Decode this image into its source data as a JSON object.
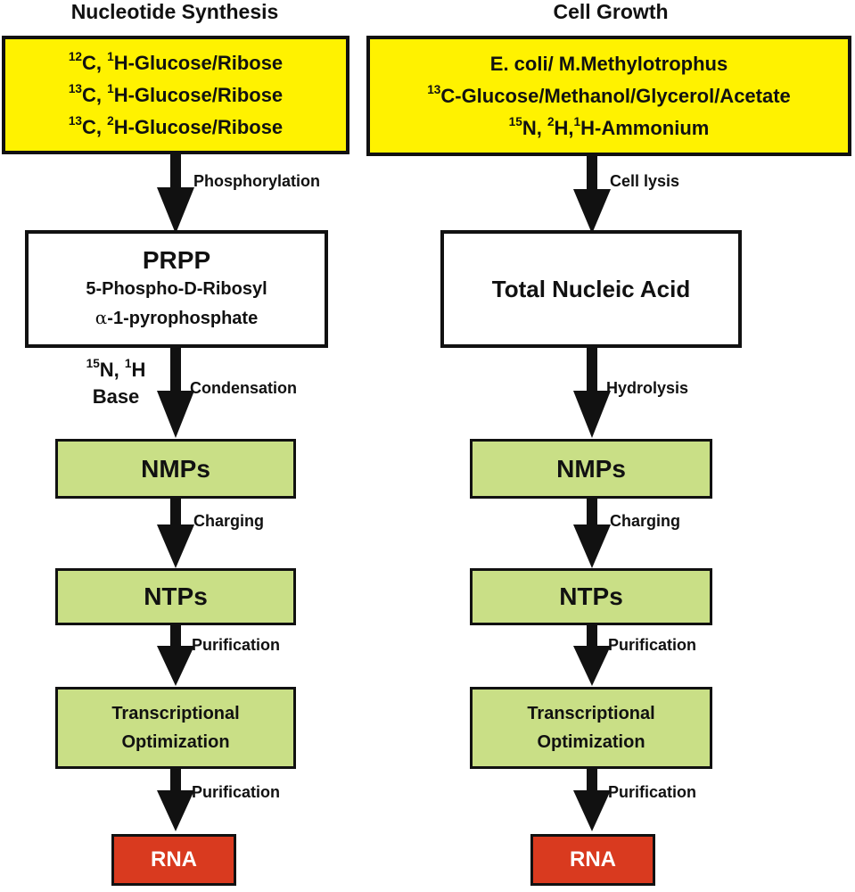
{
  "left": {
    "heading": "Nucleotide Synthesis",
    "source": [
      {
        "iso1": "12",
        "el1": "C, ",
        "iso2": "1",
        "el2": "H-Glucose/Ribose"
      },
      {
        "iso1": "13",
        "el1": "C, ",
        "iso2": "1",
        "el2": "H-Glucose/Ribose"
      },
      {
        "iso1": "13",
        "el1": "C, ",
        "iso2": "2",
        "el2": "H-Glucose/Ribose"
      }
    ],
    "step1": "Phosphorylation",
    "prpp": {
      "title": "PRPP",
      "line1": "5-Phospho-D-Ribosyl",
      "alpha": "α",
      "line2": "-1-pyrophosphate"
    },
    "base": {
      "iso1": "15",
      "t1": "N, ",
      "iso2": "1",
      "t2": "H",
      "line2": "Base"
    },
    "step2": "Condensation",
    "nmps": "NMPs",
    "step3": "Charging",
    "ntps": "NTPs",
    "step4": "Purification",
    "opt1": "Transcriptional",
    "opt2": "Optimization",
    "step5": "Purification",
    "rna": "RNA"
  },
  "right": {
    "heading": "Cell Growth",
    "source": {
      "line1": "E. coli/ M.Methylotrophus",
      "line2_iso": "13",
      "line2": "C-Glucose/Methanol/Glycerol/Acetate",
      "line3_iso1": "15",
      "line3_a": "N, ",
      "line3_iso2": "2",
      "line3_b": "H,",
      "line3_iso3": "1",
      "line3_c": "H-Ammonium"
    },
    "step1": "Cell lysis",
    "tna": "Total Nucleic Acid",
    "step2": "Hydrolysis",
    "nmps": "NMPs",
    "step3": "Charging",
    "ntps": "NTPs",
    "step4": "Purification",
    "opt1": "Transcriptional",
    "opt2": "Optimization",
    "step5": "Purification",
    "rna": "RNA"
  },
  "colors": {
    "source": "#fff200",
    "intermediate": "#c9df86",
    "product": "#d93a1f",
    "arrow": "#111111"
  }
}
